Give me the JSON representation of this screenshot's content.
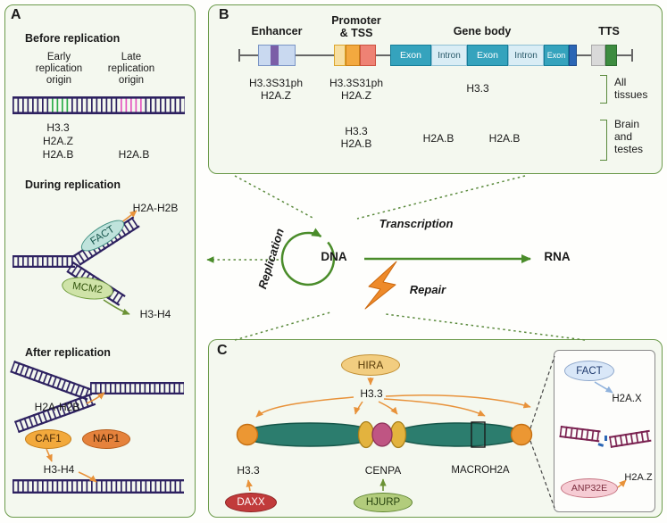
{
  "panelA": {
    "label": "A",
    "before_title": "Before replication",
    "early_origin": "Early\nreplication\norigin",
    "late_origin": "Late\nreplication\norigin",
    "left_histones": "H3.3\nH2A.Z\nH2A.B",
    "right_histone": "H2A.B",
    "during_title": "During replication",
    "fact": "FACT",
    "mcm2": "MCM2",
    "during_h2a": "H2A-H2B",
    "during_h34": "H3-H4",
    "after_title": "After replication",
    "after_h2a": "H2A-H2B",
    "caf1": "CAF1",
    "nap1": "NAP1",
    "after_h34": "H3-H4"
  },
  "panelB": {
    "label": "B",
    "enhancer_label": "Enhancer",
    "promoter_label": "Promoter\n& TSS",
    "gene_body_label": "Gene body",
    "tts_label": "TTS",
    "exon": "Exon",
    "intron": "Intron",
    "row1": {
      "a": "H3.3S31ph\nH2A.Z",
      "b": "H3.3S31ph\nH2A.Z",
      "c": "H3.3"
    },
    "bracket1": "All\ntissues",
    "row2": {
      "a": "H3.3\nH2A.B",
      "b": "H2A.B",
      "c": "H2A.B"
    },
    "bracket2": "Brain\nand\ntestes"
  },
  "center": {
    "replication": "Replication",
    "dna": "DNA",
    "transcription": "Transcription",
    "rna": "RNA",
    "repair": "Repair"
  },
  "panelC": {
    "label": "C",
    "hira": "HIRA",
    "h33_top": "H3.3",
    "h33_left": "H3.3",
    "cenpa": "CENPA",
    "macroh2a": "MACROH2A",
    "daxx": "DAXX",
    "hjurp": "HJURP",
    "inset": {
      "fact": "FACT",
      "h2ax": "H2A.X",
      "anp32e": "ANP32E",
      "h2az": "H2A.Z"
    }
  },
  "colors": {
    "panel_border": "#6b9a4a",
    "panel_bg": "#f4f8ef",
    "dna_navy": "#2d2160",
    "origin_green": "#2fae4a",
    "origin_magenta": "#e557c0",
    "arrow_green": "#4a8c2a",
    "arrow_orange": "#e8923a",
    "dotted_green": "#5a8a3c",
    "chromosome_teal": "#2c7d6e",
    "telomere_orange": "#ec9733",
    "centromere_gold": "#e3b33e",
    "cenpa_magenta": "#bf5583",
    "damaged_dna_maroon": "#7a2150",
    "lightning_orange": "#ee8a2a"
  }
}
